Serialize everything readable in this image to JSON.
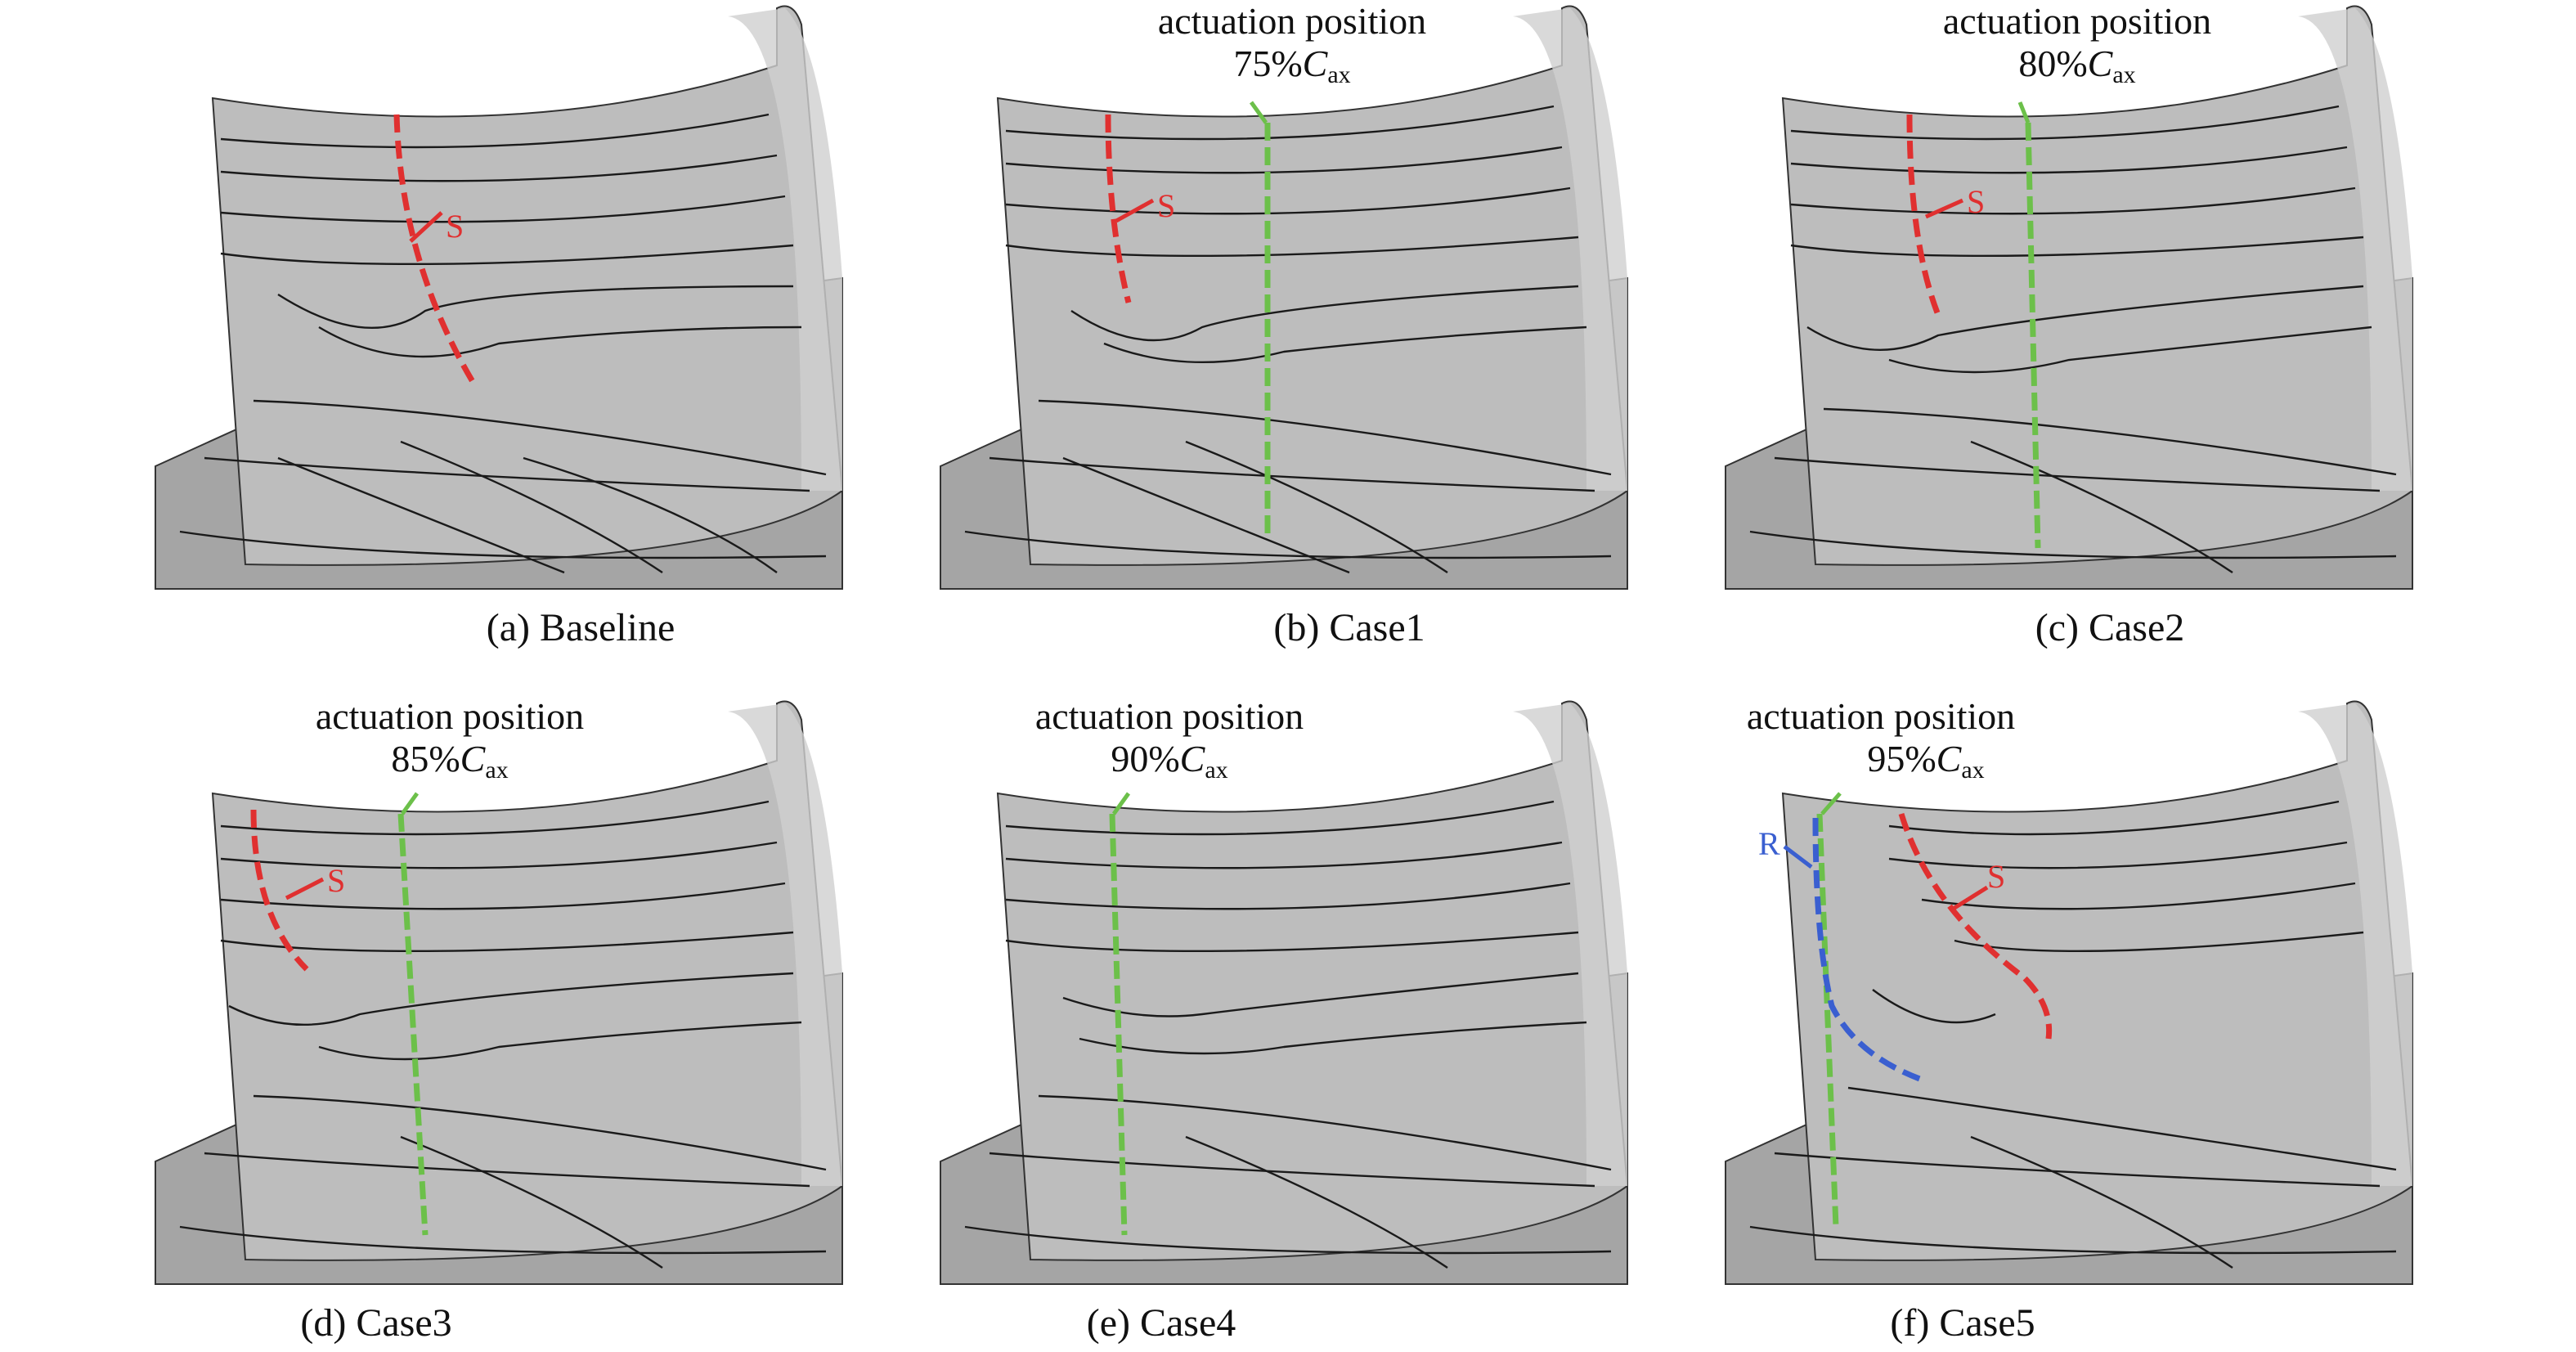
{
  "annotation_label": "actuation position",
  "cax_symbol": "C",
  "cax_subscript": "ax",
  "separation_label": "S",
  "reattachment_label": "R",
  "colors": {
    "surface": "#b4b4b4",
    "surface_dark": "#8c8c8c",
    "streamline": "#1a1a1a",
    "separation_line": "#e03030",
    "actuation_line": "#6cc04a",
    "reattachment_line": "#3a5fd0"
  },
  "panels": [
    {
      "id": "a",
      "caption": "(a) Baseline",
      "actuation_percent": null,
      "shows_separation": true,
      "shows_reattachment": false
    },
    {
      "id": "b",
      "caption": "(b) Case1",
      "actuation_percent": "75%",
      "shows_separation": true,
      "shows_reattachment": false
    },
    {
      "id": "c",
      "caption": "(c) Case2",
      "actuation_percent": "80%",
      "shows_separation": true,
      "shows_reattachment": false
    },
    {
      "id": "d",
      "caption": "(d) Case3",
      "actuation_percent": "85%",
      "shows_separation": true,
      "shows_reattachment": false
    },
    {
      "id": "e",
      "caption": "(e) Case4",
      "actuation_percent": "90%",
      "shows_separation": false,
      "shows_reattachment": false
    },
    {
      "id": "f",
      "caption": "(f) Case5",
      "actuation_percent": "95%",
      "shows_separation": true,
      "shows_reattachment": true
    }
  ]
}
